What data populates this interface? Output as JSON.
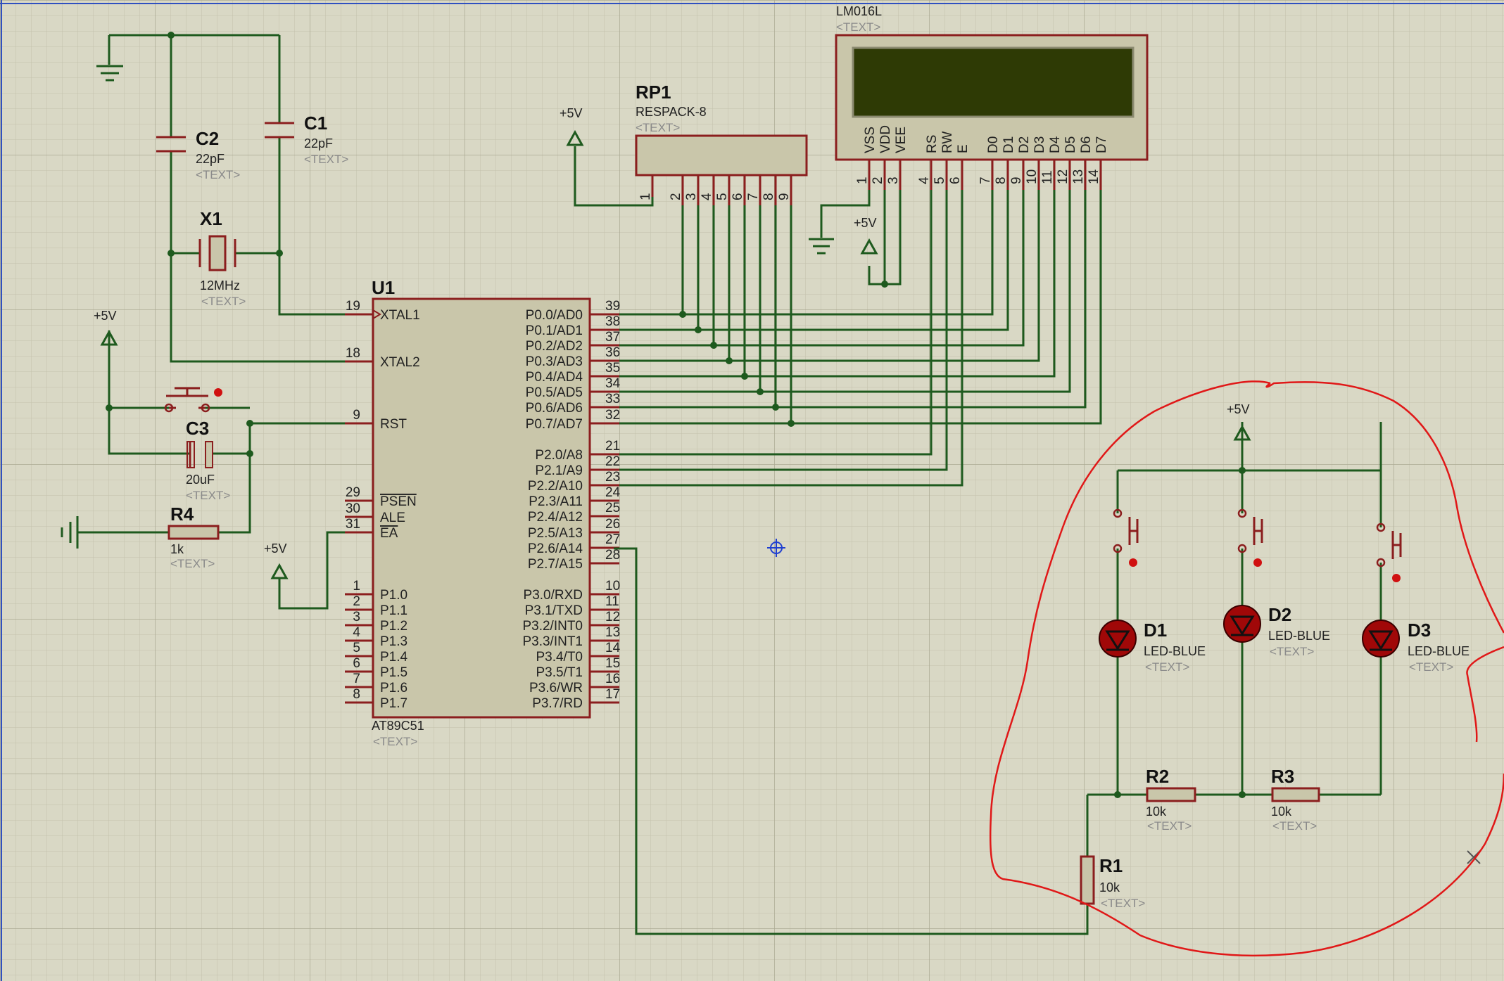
{
  "canvas": {
    "background": "#d9d8c5",
    "grid_minor": "#bdbca6",
    "grid_major": "#aeac96",
    "wire_color": "#1e5a1e",
    "component_color": "#8b1e1e",
    "annotation_color": "#e01818"
  },
  "components": {
    "c1": {
      "ref": "C1",
      "value": "22pF",
      "text": "<TEXT>"
    },
    "c2": {
      "ref": "C2",
      "value": "22pF",
      "text": "<TEXT>"
    },
    "x1": {
      "ref": "X1",
      "value": "12MHz",
      "text": "<TEXT>"
    },
    "c3": {
      "ref": "C3",
      "value": "20uF",
      "text": "<TEXT>"
    },
    "r4": {
      "ref": "R4",
      "value": "1k",
      "text": "<TEXT>"
    },
    "rp1": {
      "ref": "RP1",
      "value": "RESPACK-8",
      "text": "<TEXT>",
      "pins": [
        "1",
        "2",
        "3",
        "4",
        "5",
        "6",
        "7",
        "8",
        "9"
      ]
    },
    "lcd": {
      "ref": "LM016L",
      "text": "<TEXT>",
      "pins": [
        {
          "num": "1",
          "name": "VSS"
        },
        {
          "num": "2",
          "name": "VDD"
        },
        {
          "num": "3",
          "name": "VEE"
        },
        {
          "num": "4",
          "name": "RS"
        },
        {
          "num": "5",
          "name": "RW"
        },
        {
          "num": "6",
          "name": "E"
        },
        {
          "num": "7",
          "name": "D0"
        },
        {
          "num": "8",
          "name": "D1"
        },
        {
          "num": "9",
          "name": "D2"
        },
        {
          "num": "10",
          "name": "D3"
        },
        {
          "num": "11",
          "name": "D4"
        },
        {
          "num": "12",
          "name": "D5"
        },
        {
          "num": "13",
          "name": "D6"
        },
        {
          "num": "14",
          "name": "D7"
        }
      ]
    },
    "u1": {
      "ref": "U1",
      "part": "AT89C51",
      "text": "<TEXT>",
      "left_pins": [
        {
          "num": "19",
          "name": "XTAL1"
        },
        {
          "num": "18",
          "name": "XTAL2"
        },
        {
          "num": "9",
          "name": "RST"
        },
        {
          "num": "29",
          "name": "PSEN"
        },
        {
          "num": "30",
          "name": "ALE"
        },
        {
          "num": "31",
          "name": "EA"
        },
        {
          "num": "1",
          "name": "P1.0"
        },
        {
          "num": "2",
          "name": "P1.1"
        },
        {
          "num": "3",
          "name": "P1.2"
        },
        {
          "num": "4",
          "name": "P1.3"
        },
        {
          "num": "5",
          "name": "P1.4"
        },
        {
          "num": "6",
          "name": "P1.5"
        },
        {
          "num": "7",
          "name": "P1.6"
        },
        {
          "num": "8",
          "name": "P1.7"
        }
      ],
      "right_pins": [
        {
          "num": "39",
          "name": "P0.0/AD0"
        },
        {
          "num": "38",
          "name": "P0.1/AD1"
        },
        {
          "num": "37",
          "name": "P0.2/AD2"
        },
        {
          "num": "36",
          "name": "P0.3/AD3"
        },
        {
          "num": "35",
          "name": "P0.4/AD4"
        },
        {
          "num": "34",
          "name": "P0.5/AD5"
        },
        {
          "num": "33",
          "name": "P0.6/AD6"
        },
        {
          "num": "32",
          "name": "P0.7/AD7"
        },
        {
          "num": "21",
          "name": "P2.0/A8"
        },
        {
          "num": "22",
          "name": "P2.1/A9"
        },
        {
          "num": "23",
          "name": "P2.2/A10"
        },
        {
          "num": "24",
          "name": "P2.3/A11"
        },
        {
          "num": "25",
          "name": "P2.4/A12"
        },
        {
          "num": "26",
          "name": "P2.5/A13"
        },
        {
          "num": "27",
          "name": "P2.6/A14"
        },
        {
          "num": "28",
          "name": "P2.7/A15"
        },
        {
          "num": "10",
          "name": "P3.0/RXD"
        },
        {
          "num": "11",
          "name": "P3.1/TXD"
        },
        {
          "num": "12",
          "name": "P3.2/INT0"
        },
        {
          "num": "13",
          "name": "P3.3/INT1"
        },
        {
          "num": "14",
          "name": "P3.4/T0"
        },
        {
          "num": "15",
          "name": "P3.5/T1"
        },
        {
          "num": "16",
          "name": "P3.6/WR"
        },
        {
          "num": "17",
          "name": "P3.7/RD"
        }
      ]
    },
    "d1": {
      "ref": "D1",
      "value": "LED-BLUE",
      "text": "<TEXT>"
    },
    "d2": {
      "ref": "D2",
      "value": "LED-BLUE",
      "text": "<TEXT>"
    },
    "d3": {
      "ref": "D3",
      "value": "LED-BLUE",
      "text": "<TEXT>"
    },
    "r1": {
      "ref": "R1",
      "value": "10k",
      "text": "<TEXT>"
    },
    "r2": {
      "ref": "R2",
      "value": "10k",
      "text": "<TEXT>"
    },
    "r3": {
      "ref": "R3",
      "value": "10k",
      "text": "<TEXT>"
    }
  },
  "power": {
    "rp1_vcc": "+5V",
    "lcd_vdd": "+5V",
    "reset_vcc": "+5V",
    "ea_vcc": "+5V",
    "led_vcc": "+5V"
  }
}
